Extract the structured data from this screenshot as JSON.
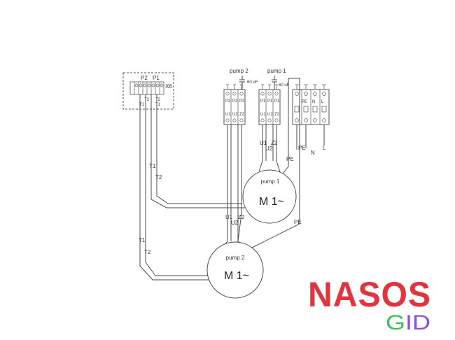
{
  "junction_box": {
    "label_p2": "P2",
    "label_p1": "P1",
    "label_x6": "X6",
    "label_t2": "T2",
    "label_t1": "T1"
  },
  "capacitor": {
    "pump2_title": "pump 2",
    "pump1_title": "pump 1",
    "rating": "60 uF"
  },
  "pump2_block": {
    "top_labels": [
      "P2",
      "P2",
      "P2"
    ],
    "bottom_labels": [
      "U1",
      "U2",
      "Z2"
    ]
  },
  "pump1_block": {
    "top_labels": [
      "P1",
      "P1",
      "P1"
    ],
    "bottom_labels": [
      "U1",
      "U2",
      "Z2"
    ]
  },
  "power_block": {
    "labels": [
      "PE",
      "N",
      "L"
    ]
  },
  "wires": {
    "pump1_u1": "U1",
    "pump1_u2": "U2",
    "pump1_z2": "Z2",
    "pump1_pe": "PE",
    "pump2_u1": "U1",
    "pump2_u2": "U2",
    "pump2_z2": "Z2",
    "pump2_pe": "PE",
    "t1_upper": "T1",
    "t2_upper": "T2",
    "t1_lower": "T1",
    "t2_lower": "T2"
  },
  "supply": {
    "pe": "PE",
    "n": "N",
    "l": "L"
  },
  "motors": {
    "pump1": {
      "name": "pump 1",
      "label": "M 1~"
    },
    "pump2": {
      "name": "pump 2",
      "label": "M 1~"
    }
  },
  "logo": {
    "top": "NASOS",
    "bottom": "GID",
    "colors": {
      "red": "#e1343f",
      "green": "#3fbf5b",
      "purple": "#8d4fd6"
    }
  }
}
